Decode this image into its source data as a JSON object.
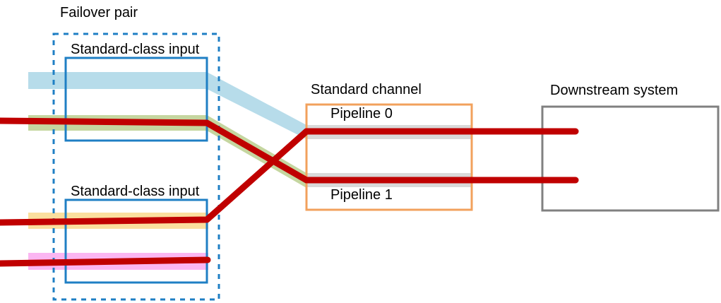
{
  "diagram": {
    "title_labels": {
      "failover_pair": "Failover pair",
      "standard_channel": "Standard channel",
      "downstream_system": "Downstream system"
    },
    "inputs": [
      {
        "label": "Standard-class input"
      },
      {
        "label": "Standard-class input"
      }
    ],
    "pipelines": [
      {
        "label": "Pipeline 0"
      },
      {
        "label": "Pipeline 1"
      }
    ],
    "colors": {
      "dashed_group_border": "#1f7fc4",
      "input_box_border": "#1f7fc4",
      "channel_box_border": "#f2a15c",
      "downstream_box_border": "#808080",
      "flow_red": "#c00000",
      "band_blue": "#b7dcea",
      "band_green": "#c5d6a0",
      "band_yellow": "#fbdf9e",
      "band_pink": "#fbb6f2",
      "band_gray": "#d9d9d9",
      "text": "#000000"
    },
    "flows": [
      {
        "name": "blue-stream",
        "from": "standard-class-input-0",
        "to": "pipeline-0",
        "band_color": "#b7dcea",
        "has_red_line": false
      },
      {
        "name": "green-stream",
        "from": "standard-class-input-0",
        "to": "pipeline-1",
        "band_color": "#c5d6a0",
        "has_red_line": true
      },
      {
        "name": "yellow-stream",
        "from": "standard-class-input-1",
        "to": "pipeline-0",
        "band_color": "#fbdf9e",
        "has_red_line": true
      },
      {
        "name": "pink-stream",
        "from": "standard-class-input-1",
        "to": "none",
        "band_color": "#fbb6f2",
        "has_red_line": true
      },
      {
        "name": "pipeline-0-output",
        "from": "pipeline-0",
        "to": "downstream-system",
        "band_color": "#d9d9d9",
        "has_red_line": true
      },
      {
        "name": "pipeline-1-output",
        "from": "pipeline-1",
        "to": "downstream-system",
        "band_color": "#d9d9d9",
        "has_red_line": true
      }
    ]
  }
}
